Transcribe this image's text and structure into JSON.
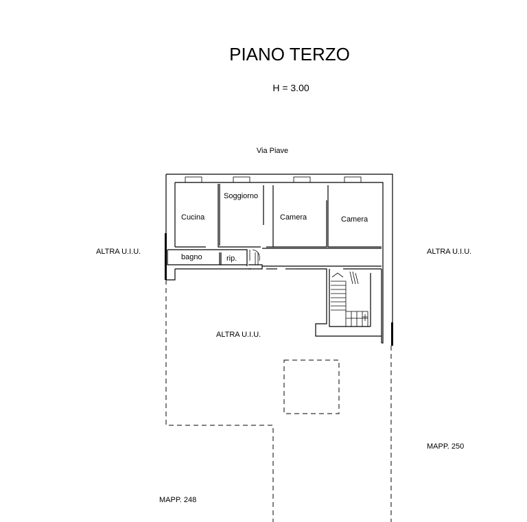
{
  "title": "PIANO TERZO",
  "height_note": "H = 3.00",
  "street": "Via Piave",
  "labels": {
    "other_unit_left": "ALTRA U.I.U.",
    "other_unit_right": "ALTRA U.I.U.",
    "other_unit_courtyard": "ALTRA U.I.U.",
    "parcel_right": "MAPP. 250",
    "parcel_left": "MAPP. 248"
  },
  "rooms": {
    "cucina": "Cucina",
    "soggiorno": "Soggiorno",
    "camera_1": "Camera",
    "camera_2": "Camera",
    "bagno": "bagno",
    "ripostiglio": "rip."
  }
}
